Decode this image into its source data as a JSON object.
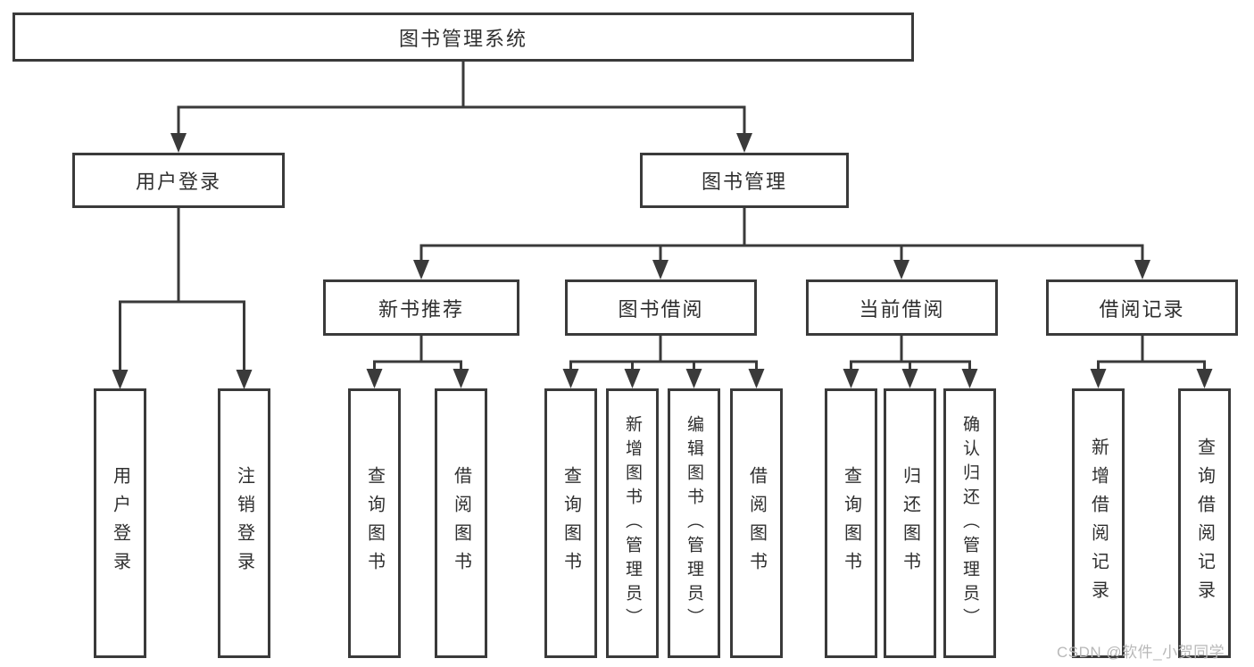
{
  "diagram": {
    "root": {
      "label": "图书管理系统"
    },
    "level2": [
      {
        "label": "用户登录"
      },
      {
        "label": "图书管理"
      }
    ],
    "level3": [
      {
        "label": "新书推荐",
        "parent": "图书管理"
      },
      {
        "label": "图书借阅",
        "parent": "图书管理"
      },
      {
        "label": "当前借阅",
        "parent": "图书管理"
      },
      {
        "label": "借阅记录",
        "parent": "图书管理"
      }
    ],
    "leaves": [
      {
        "label": "用户登录",
        "parent": "用户登录"
      },
      {
        "label": "注销登录",
        "parent": "用户登录"
      },
      {
        "label": "查询图书",
        "parent": "新书推荐"
      },
      {
        "label": "借阅图书",
        "parent": "新书推荐"
      },
      {
        "label": "查询图书",
        "parent": "图书借阅"
      },
      {
        "label": "新增图书（管理员）",
        "parent": "图书借阅"
      },
      {
        "label": "编辑图书（管理员）",
        "parent": "图书借阅"
      },
      {
        "label": "借阅图书",
        "parent": "图书借阅"
      },
      {
        "label": "查询图书",
        "parent": "当前借阅"
      },
      {
        "label": "归还图书",
        "parent": "当前借阅"
      },
      {
        "label": "确认归还（管理员）",
        "parent": "当前借阅"
      },
      {
        "label": "新增借阅记录",
        "parent": "借阅记录"
      },
      {
        "label": "查询借阅记录",
        "parent": "借阅记录"
      }
    ]
  },
  "watermark": {
    "text": "CSDN @软件_小贺同学"
  },
  "colors": {
    "line": "#3a3a3a",
    "text": "#2f2f2f",
    "background": "#ffffff",
    "watermark": "#b8b8b8"
  }
}
